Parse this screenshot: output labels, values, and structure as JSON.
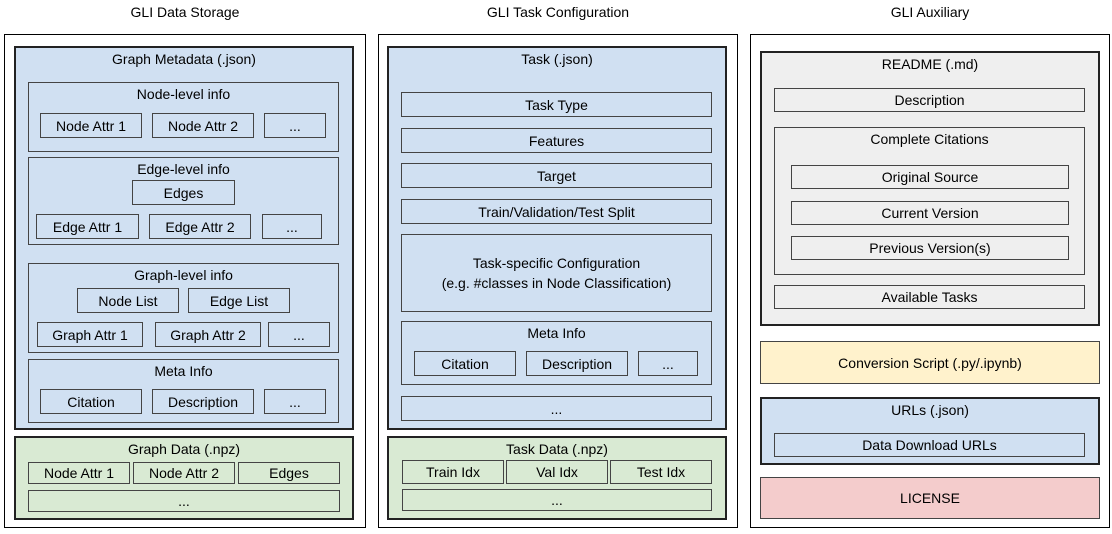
{
  "columns": {
    "storage": "GLI Data Storage",
    "task": "GLI Task Configuration",
    "aux": "GLI Auxiliary"
  },
  "storage": {
    "metadata": {
      "title": "Graph Metadata (.json)",
      "node": {
        "title": "Node-level info",
        "items": [
          "Node Attr 1",
          "Node Attr 2",
          "..."
        ]
      },
      "edge": {
        "title": "Edge-level info",
        "edges": "Edges",
        "items": [
          "Edge Attr 1",
          "Edge Attr 2",
          "..."
        ]
      },
      "graph": {
        "title": "Graph-level info",
        "lists": [
          "Node List",
          "Edge List"
        ],
        "items": [
          "Graph Attr 1",
          "Graph Attr 2",
          "..."
        ]
      },
      "meta": {
        "title": "Meta Info",
        "items": [
          "Citation",
          "Description",
          "..."
        ]
      }
    },
    "data": {
      "title": "Graph Data (.npz)",
      "items": [
        "Node Attr 1",
        "Node Attr 2",
        "Edges"
      ],
      "more": "..."
    }
  },
  "task": {
    "json": {
      "title": "Task (.json)",
      "items": [
        "Task Type",
        "Features",
        "Target",
        "Train/Validation/Test Split"
      ],
      "specific": "Task-specific Configuration\n(e.g. #classes in Node Classification)",
      "meta": {
        "title": "Meta Info",
        "items": [
          "Citation",
          "Description",
          "..."
        ]
      },
      "more": "..."
    },
    "data": {
      "title": "Task Data (.npz)",
      "items": [
        "Train Idx",
        "Val Idx",
        "Test Idx"
      ],
      "more": "..."
    }
  },
  "aux": {
    "readme": {
      "title": "README (.md)",
      "description": "Description",
      "citations": {
        "title": "Complete Citations",
        "items": [
          "Original Source",
          "Current Version",
          "Previous Version(s)"
        ]
      },
      "tasks": "Available Tasks"
    },
    "script": "Conversion Script (.py/.ipynb)",
    "urls": {
      "title": "URLs (.json)",
      "item": "Data Download URLs"
    },
    "license": "LICENSE"
  },
  "colors": {
    "blue": "#d0e0f2",
    "green": "#d9ead3",
    "gray": "#efefef",
    "yellow": "#fff2cc",
    "red": "#f4cccc"
  }
}
